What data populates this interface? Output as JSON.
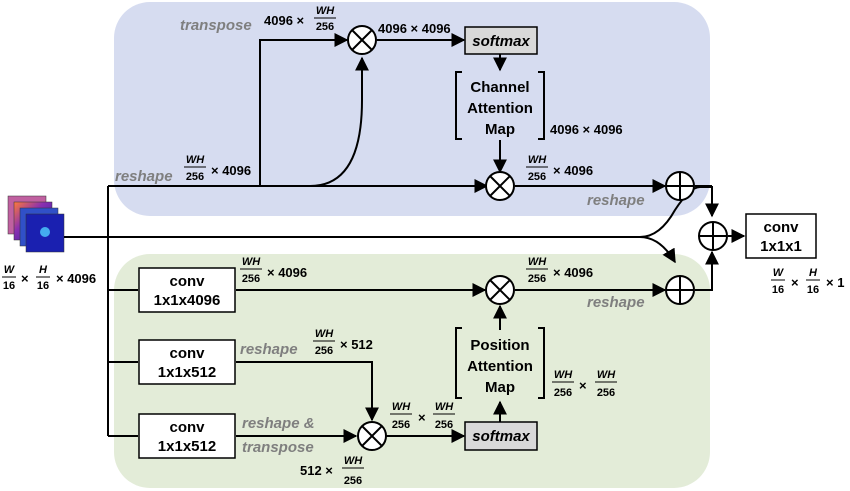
{
  "input": {
    "dim_w_num": "W",
    "dim_w_den": "16",
    "times1": "×",
    "dim_h_num": "H",
    "dim_h_den": "16",
    "times2": "× 4096"
  },
  "top_branch": {
    "transpose_label": "transpose",
    "transpose_dim_prefix": "4096 ×",
    "transpose_dim_num": "WH",
    "transpose_dim_den": "256",
    "mul_out_dim": "4096 × 4096",
    "softmax_label": "softmax",
    "cam_line1": "Channel",
    "cam_line2": "Attention",
    "cam_line3": "Map",
    "cam_dim": "4096 × 4096",
    "reshape_label": "reshape",
    "reshape_dim_num": "WH",
    "reshape_dim_den": "256",
    "reshape_dim_suffix": "× 4096",
    "mul2_out_num": "WH",
    "mul2_out_den": "256",
    "mul2_out_suffix": "× 4096",
    "reshape_out_label": "reshape"
  },
  "bottom_branch": {
    "conv1_line1": "conv",
    "conv1_line2": "1x1x4096",
    "conv1_dim_num": "WH",
    "conv1_dim_den": "256",
    "conv1_dim_suffix": "× 4096",
    "conv2_line1": "conv",
    "conv2_line2": "1x1x512",
    "conv2_reshape_label": "reshape",
    "conv2_dim_num": "WH",
    "conv2_dim_den": "256",
    "conv2_dim_suffix": "× 512",
    "conv3_line1": "conv",
    "conv3_line2": "1x1x512",
    "conv3_label_line1": "reshape &",
    "conv3_label_line2": "transpose",
    "conv3_dim_prefix": "512 ×",
    "conv3_dim_num": "WH",
    "conv3_dim_den": "256",
    "mul3_out_num1": "WH",
    "mul3_out_den1": "256",
    "mul3_out_times": "×",
    "mul3_out_num2": "WH",
    "mul3_out_den2": "256",
    "softmax_label": "softmax",
    "pam_line1": "Position",
    "pam_line2": "Attention",
    "pam_line3": "Map",
    "pam_dim_num1": "WH",
    "pam_dim_den1": "256",
    "pam_dim_times": "×",
    "pam_dim_num2": "WH",
    "pam_dim_den2": "256",
    "mul4_out_num": "WH",
    "mul4_out_den": "256",
    "mul4_out_suffix": "× 4096",
    "reshape_out_label": "reshape"
  },
  "output": {
    "conv_line1": "conv",
    "conv_line2": "1x1x1",
    "dim_w_num": "W",
    "dim_w_den": "16",
    "times1": "×",
    "dim_h_num": "H",
    "dim_h_den": "16",
    "times2": "× 1"
  },
  "colors": {
    "top_panel": "#d6dcf0",
    "bottom_panel": "#e3ecd8",
    "softmax_fill": "#d9d9d9"
  }
}
